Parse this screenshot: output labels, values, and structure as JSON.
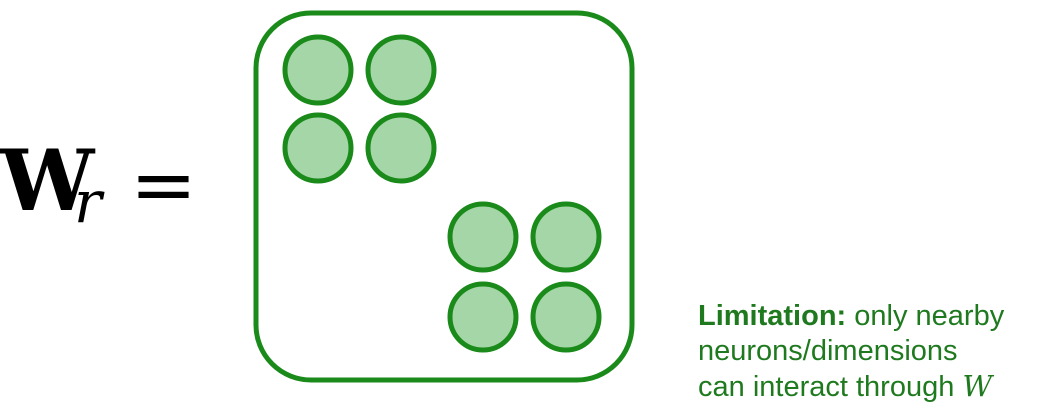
{
  "equation": {
    "symbol": "W",
    "subscript": "r",
    "operator": "="
  },
  "matrix": {
    "border_color": "#1a8a1a",
    "cell_fill": "#a5d6a7",
    "cell_stroke": "#1a8a1a",
    "blocks": [
      {
        "rows": 2,
        "cols": 2
      },
      {
        "rows": 2,
        "cols": 2
      }
    ]
  },
  "note": {
    "heading": "Limitation:",
    "line1": "only nearby",
    "line2": "neurons/dimensions",
    "line3": "can interact through",
    "variable": "W",
    "color": "#1f7a1f"
  }
}
